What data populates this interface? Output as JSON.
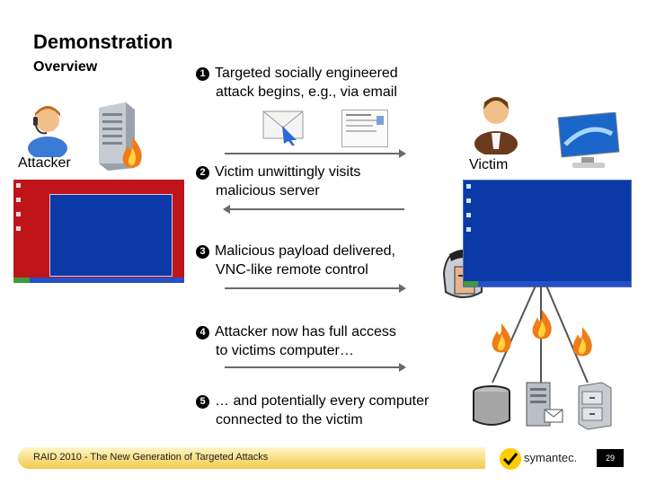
{
  "slide": {
    "title": "Demonstration",
    "subtitle": "Overview",
    "attacker_label": "Attacker",
    "victim_label": "Victim"
  },
  "steps": [
    {
      "num": "1",
      "line1": "Targeted socially engineered",
      "line2": "attack begins, e.g., via email"
    },
    {
      "num": "2",
      "line1": "Victim unwittingly visits",
      "line2": "malicious server"
    },
    {
      "num": "3",
      "line1": "Malicious payload delivered,",
      "line2": "VNC-like remote control"
    },
    {
      "num": "4",
      "line1": "Attacker now has full access",
      "line2": "to victims computer…"
    },
    {
      "num": "5",
      "line1": "… and potentially every computer",
      "line2": "connected to the victim"
    }
  ],
  "footer": {
    "text": "RAID 2010 - The New Generation of Targeted Attacks",
    "logo": "symantec.",
    "page": "29"
  },
  "icons": [
    "attacker-avatar-icon",
    "server-icon",
    "fire-icon",
    "email-icon",
    "monitor-icon",
    "victim-avatar-icon",
    "trojan-helmet-icon",
    "database-icon",
    "file-cabinet-icon"
  ],
  "colors": {
    "desktop_blue": "#0b3aa8",
    "desktop_red": "#c0141b",
    "arrow": "#6a6a6a",
    "footer_gold": "#f2c94c"
  }
}
